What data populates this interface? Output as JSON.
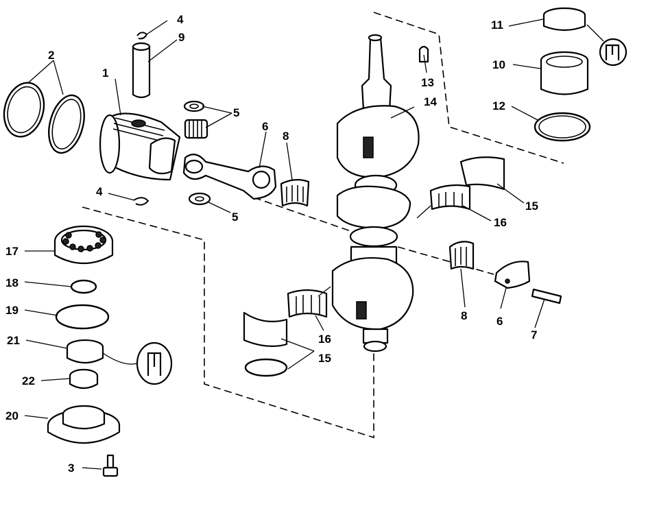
{
  "callouts": [
    {
      "id": "c1",
      "label": "1"
    },
    {
      "id": "c2",
      "label": "2"
    },
    {
      "id": "c3",
      "label": "3"
    },
    {
      "id": "c4a",
      "label": "4"
    },
    {
      "id": "c4b",
      "label": "4"
    },
    {
      "id": "c5a",
      "label": "5"
    },
    {
      "id": "c5b",
      "label": "5"
    },
    {
      "id": "c6a",
      "label": "6"
    },
    {
      "id": "c6b",
      "label": "6"
    },
    {
      "id": "c7",
      "label": "7"
    },
    {
      "id": "c8a",
      "label": "8"
    },
    {
      "id": "c8b",
      "label": "8"
    },
    {
      "id": "c9",
      "label": "9"
    },
    {
      "id": "c10",
      "label": "10"
    },
    {
      "id": "c11",
      "label": "11"
    },
    {
      "id": "c12",
      "label": "12"
    },
    {
      "id": "c13",
      "label": "13"
    },
    {
      "id": "c14",
      "label": "14"
    },
    {
      "id": "c15a",
      "label": "15"
    },
    {
      "id": "c15b",
      "label": "15"
    },
    {
      "id": "c16a",
      "label": "16"
    },
    {
      "id": "c16b",
      "label": "16"
    },
    {
      "id": "c17",
      "label": "17"
    },
    {
      "id": "c18",
      "label": "18"
    },
    {
      "id": "c19",
      "label": "19"
    },
    {
      "id": "c20",
      "label": "20"
    },
    {
      "id": "c21",
      "label": "21"
    },
    {
      "id": "c22",
      "label": "22"
    }
  ],
  "icons": [
    "apply-sealer-icon",
    "apply-sealer-icon"
  ]
}
